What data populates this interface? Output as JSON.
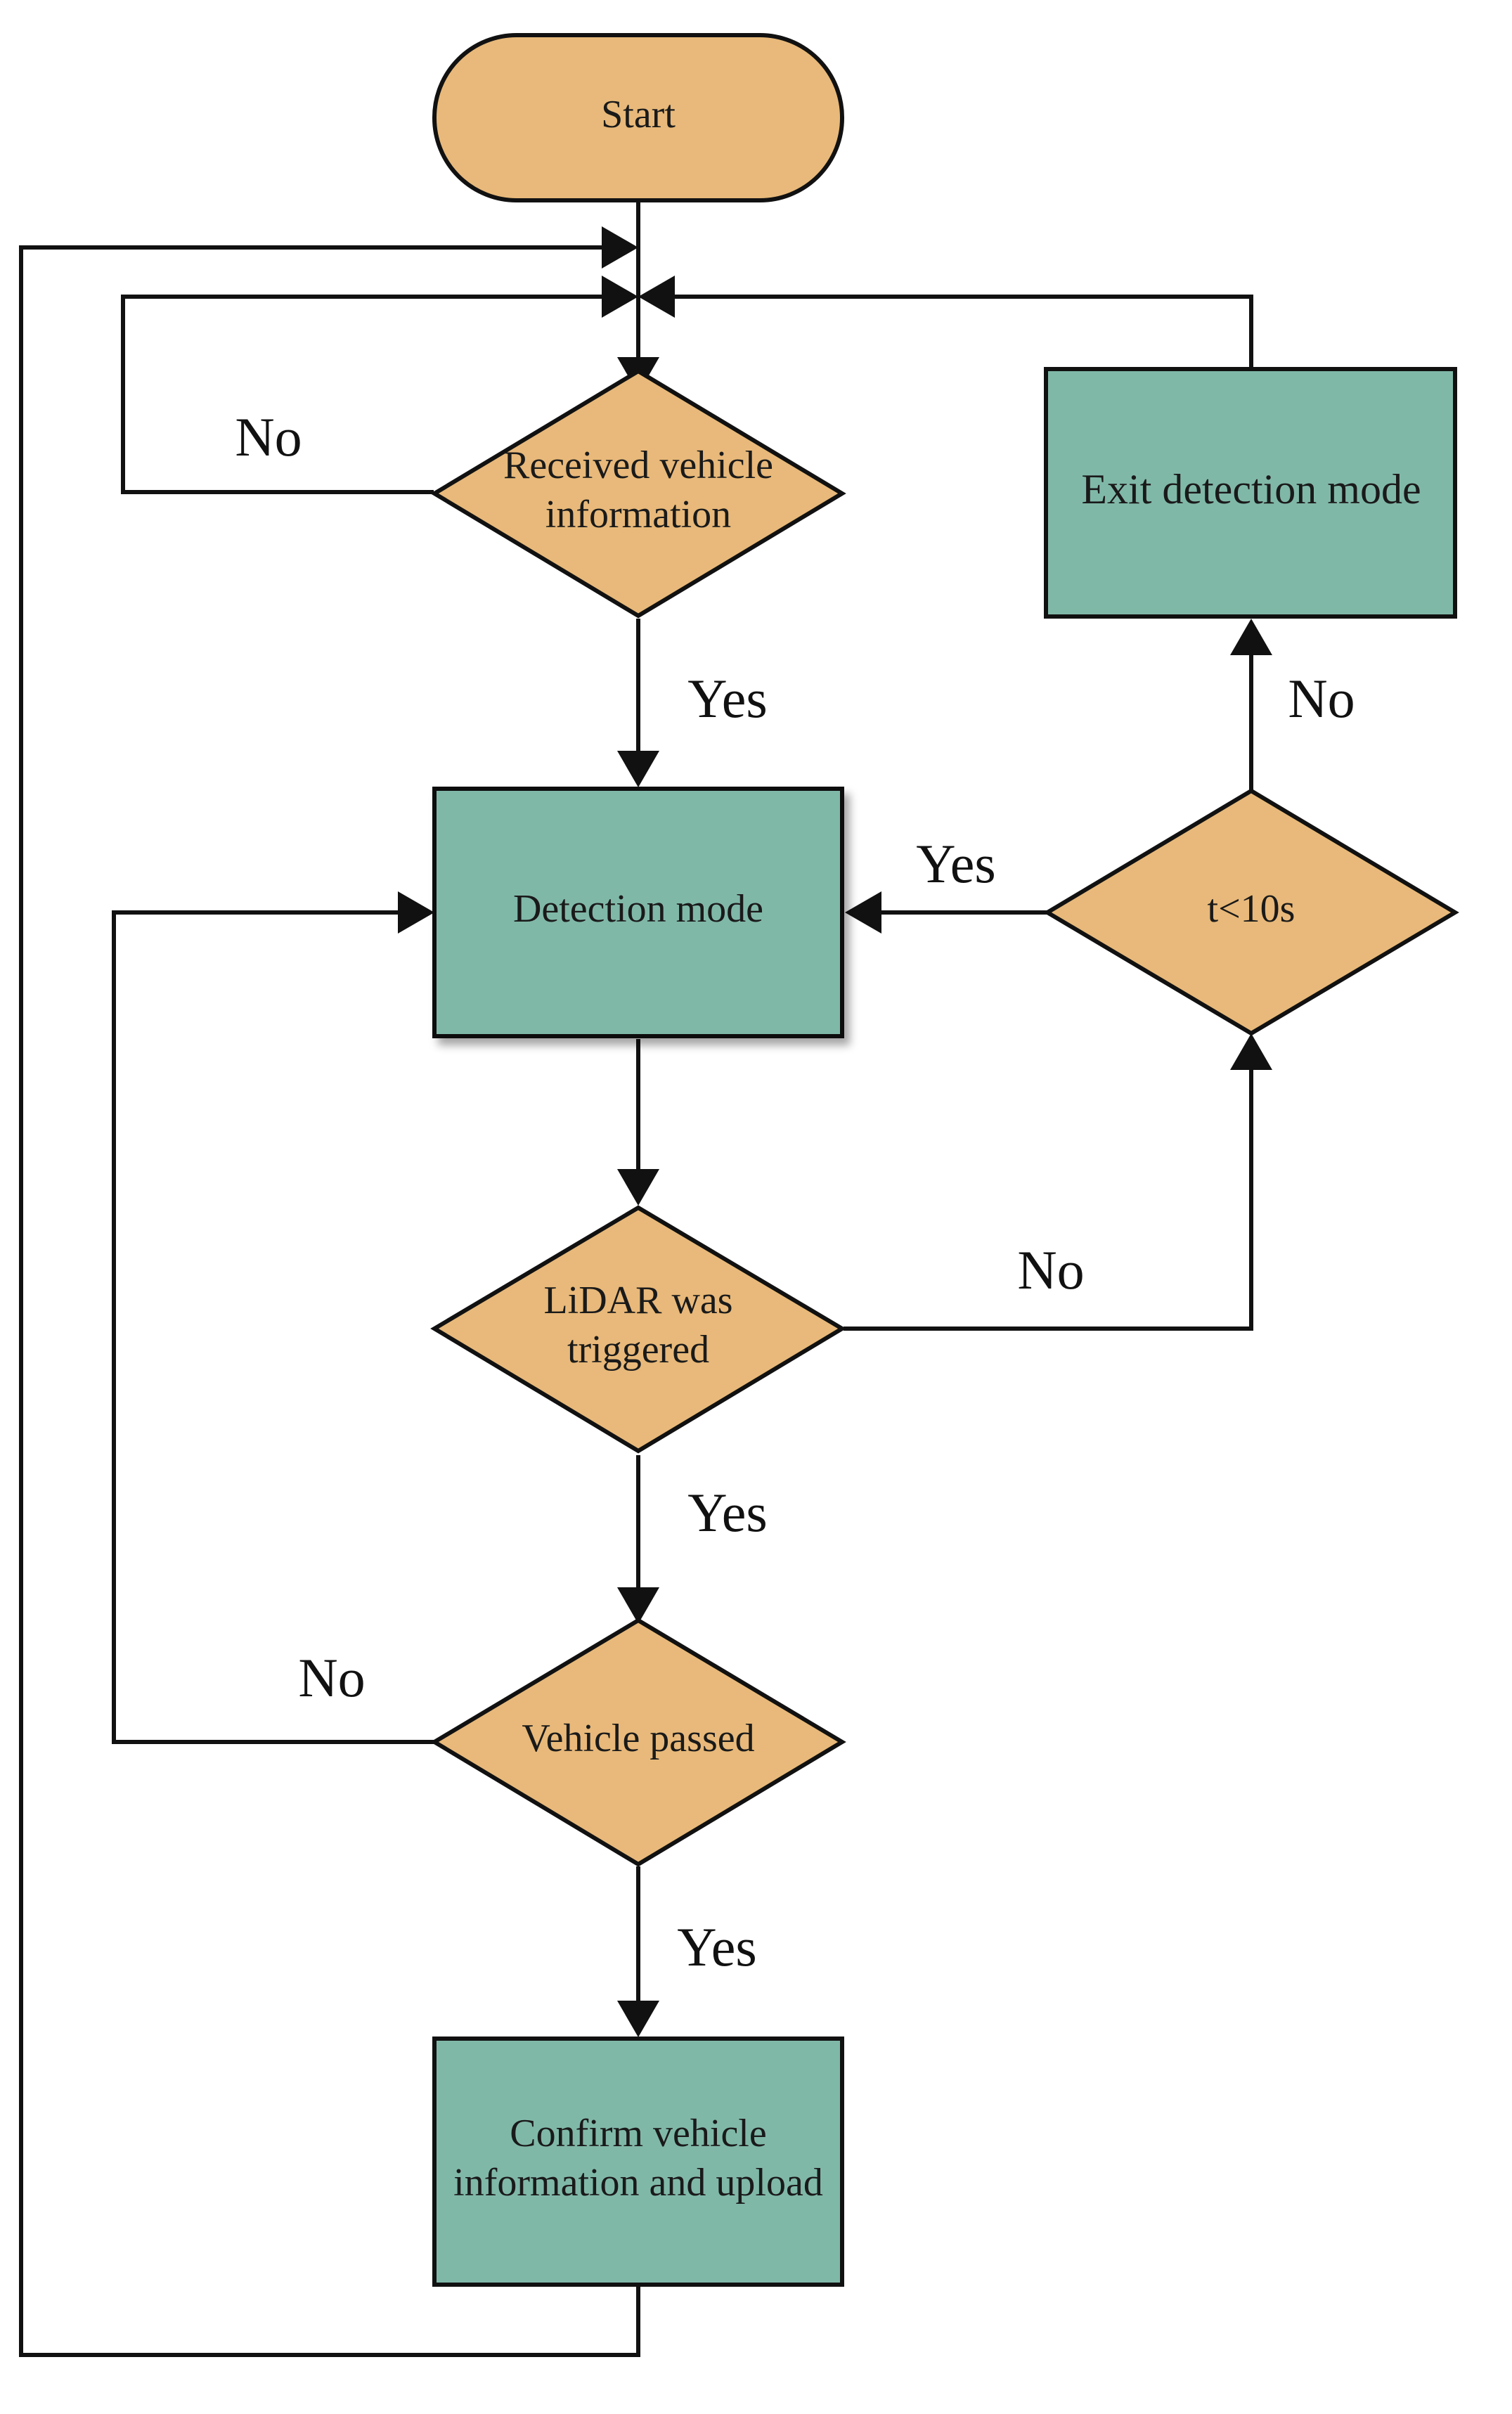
{
  "colors": {
    "decision_fill": "#E8B97A",
    "process_fill": "#80B8A8",
    "stroke": "#111111"
  },
  "nodes": {
    "start": "Start",
    "received_line1": "Received vehicle",
    "received_line2": "information",
    "detection_mode": "Detection mode",
    "exit_detection": "Exit detection mode",
    "timer": "t<10s",
    "lidar_line1": "LiDAR was",
    "lidar_line2": "triggered",
    "vehicle_passed": "Vehicle passed",
    "confirm_line1": "Confirm vehicle",
    "confirm_line2": "information and upload"
  },
  "edges": {
    "received_no": "No",
    "received_yes": "Yes",
    "timer_yes": "Yes",
    "timer_no": "No",
    "lidar_no": "No",
    "lidar_yes": "Yes",
    "passed_no": "No",
    "passed_yes": "Yes"
  }
}
